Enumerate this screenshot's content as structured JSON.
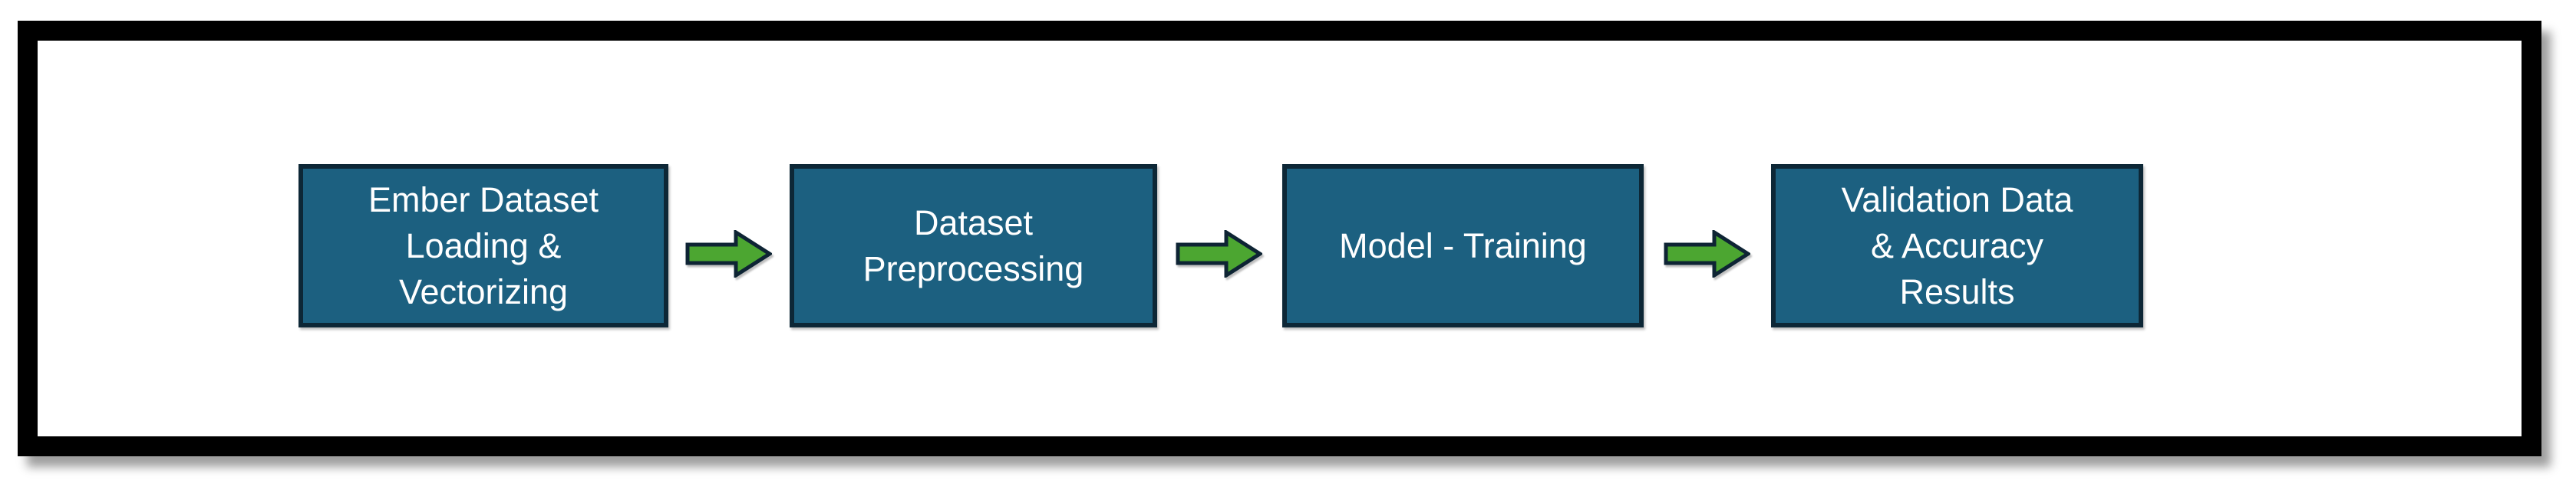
{
  "colors": {
    "canvas_bg": "#FFFFFF",
    "frame_border": "#000000",
    "frame_bg": "#FFFFFF",
    "box_fill": "#1C6080",
    "box_border": "#0D2736",
    "box_text": "#FFFFFF",
    "arrow_fill": "#4CA631",
    "arrow_outline": "#0E2434"
  },
  "flow": {
    "steps": [
      {
        "label": "Ember Dataset\nLoading &\nVectorizing"
      },
      {
        "label": "Dataset\nPreprocessing"
      },
      {
        "label": "Model - Training"
      },
      {
        "label": "Validation Data\n& Accuracy\nResults"
      }
    ],
    "connector_icon": "arrow-right-icon"
  }
}
